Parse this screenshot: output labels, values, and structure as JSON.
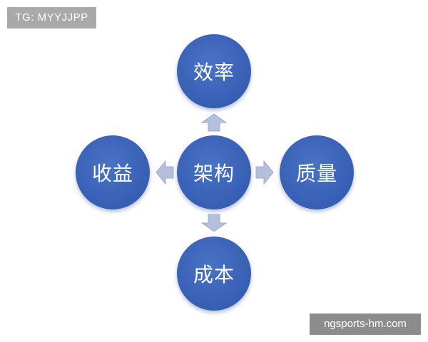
{
  "badges": {
    "tg": "TG: MYYJJPP",
    "site": "ngsports-hm.com"
  },
  "diagram": {
    "center": "架构",
    "top": "效率",
    "left": "收益",
    "right": "质量",
    "bottom": "成本"
  },
  "colors": {
    "node": "#3a63b8",
    "arrow": "#b4bfdc"
  },
  "icons": {
    "arrow_up": "arrow-up-icon",
    "arrow_down": "arrow-down-icon",
    "arrow_left": "arrow-left-icon",
    "arrow_right": "arrow-right-icon"
  }
}
